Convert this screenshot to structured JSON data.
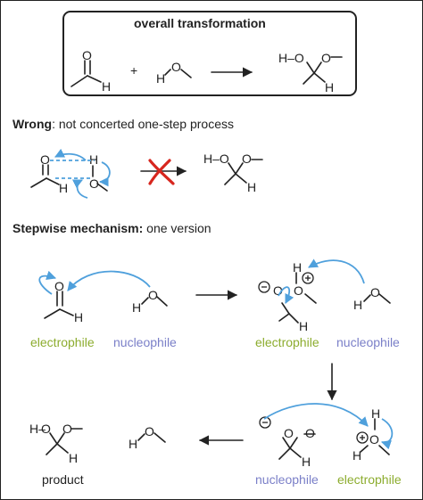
{
  "box": {
    "title": "overall transformation"
  },
  "section_wrong": {
    "bold": "Wrong",
    "rest": ": not concerted one-step process"
  },
  "section_stepwise": {
    "bold": "Stepwise mechanism:",
    "rest": " one version"
  },
  "labels": {
    "electrophile": "electrophile",
    "nucleophile": "nucleophile",
    "product": "product"
  },
  "atoms": {
    "O": "O",
    "H": "H",
    "plus": "+",
    "ho": "H–O",
    "hmin": "H–"
  },
  "colors": {
    "arrow": "#4fa0dc",
    "electrophile": "#8cac2e",
    "nucleophile": "#7a7fc8",
    "cross": "#d7261e",
    "ink": "#222222"
  }
}
